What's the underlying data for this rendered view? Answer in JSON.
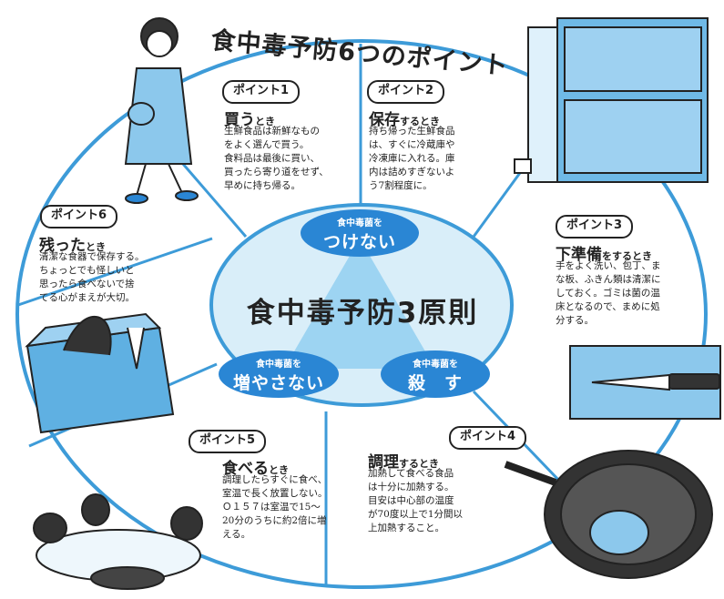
{
  "title": "食中毒予防6つのポイント",
  "center": {
    "title": "食中毒予防3原則",
    "principles": [
      {
        "sub": "食中毒菌を",
        "main": "つけない"
      },
      {
        "sub": "食中毒菌を",
        "main": "増やさない"
      },
      {
        "sub": "食中毒菌を",
        "main": "殺　す"
      }
    ]
  },
  "points": [
    {
      "badge": "ポイント1",
      "head_big": "買う",
      "head_small": "とき",
      "lines": [
        "生鮮食品は新鮮なもの",
        "をよく選んで買う。",
        "食料品は最後に買い、",
        "買ったら寄り道をせず、",
        "早めに持ち帰る。"
      ]
    },
    {
      "badge": "ポイント2",
      "head_big": "保存",
      "head_small": "するとき",
      "lines": [
        "持ち帰った生鮮食品",
        "は、すぐに冷蔵庫や",
        "冷凍庫に入れる。庫",
        "内は詰めすぎないよ",
        "う7割程度に。"
      ]
    },
    {
      "badge": "ポイント3",
      "head_big": "下準備",
      "head_small": "をするとき",
      "lines": [
        "手をよく洗い、包丁、ま",
        "な板、ふきん類は清潔に",
        "しておく。ゴミは菌の温",
        "床となるので、まめに処",
        "分する。"
      ]
    },
    {
      "badge": "ポイント4",
      "head_big": "調理",
      "head_small": "するとき",
      "lines": [
        "加熱して食べる食品",
        "は十分に加熱する。",
        "目安は中心部の温度",
        "が70度以上で1分間以",
        "上加熱すること。"
      ]
    },
    {
      "badge": "ポイント5",
      "head_big": "食べる",
      "head_small": "とき",
      "lines": [
        "調理したらすぐに食べ、",
        "室温で長く放置しない。",
        "Ｏ１５７は室温で15～",
        "20分のうちに約2倍に増",
        "える。"
      ]
    },
    {
      "badge": "ポイント6",
      "head_big": "残った",
      "head_small": "とき",
      "lines": [
        "清潔な食器で保存する。",
        "ちょっとでも怪しいと",
        "思ったら食べないで捨",
        "てる心がまえが大切。"
      ]
    }
  ],
  "colors": {
    "ring": "#3d9bd8",
    "center_fill": "#d9eef9",
    "triangle": "#9dd4f2",
    "oval": "#2a86d4",
    "ink": "#222222"
  }
}
